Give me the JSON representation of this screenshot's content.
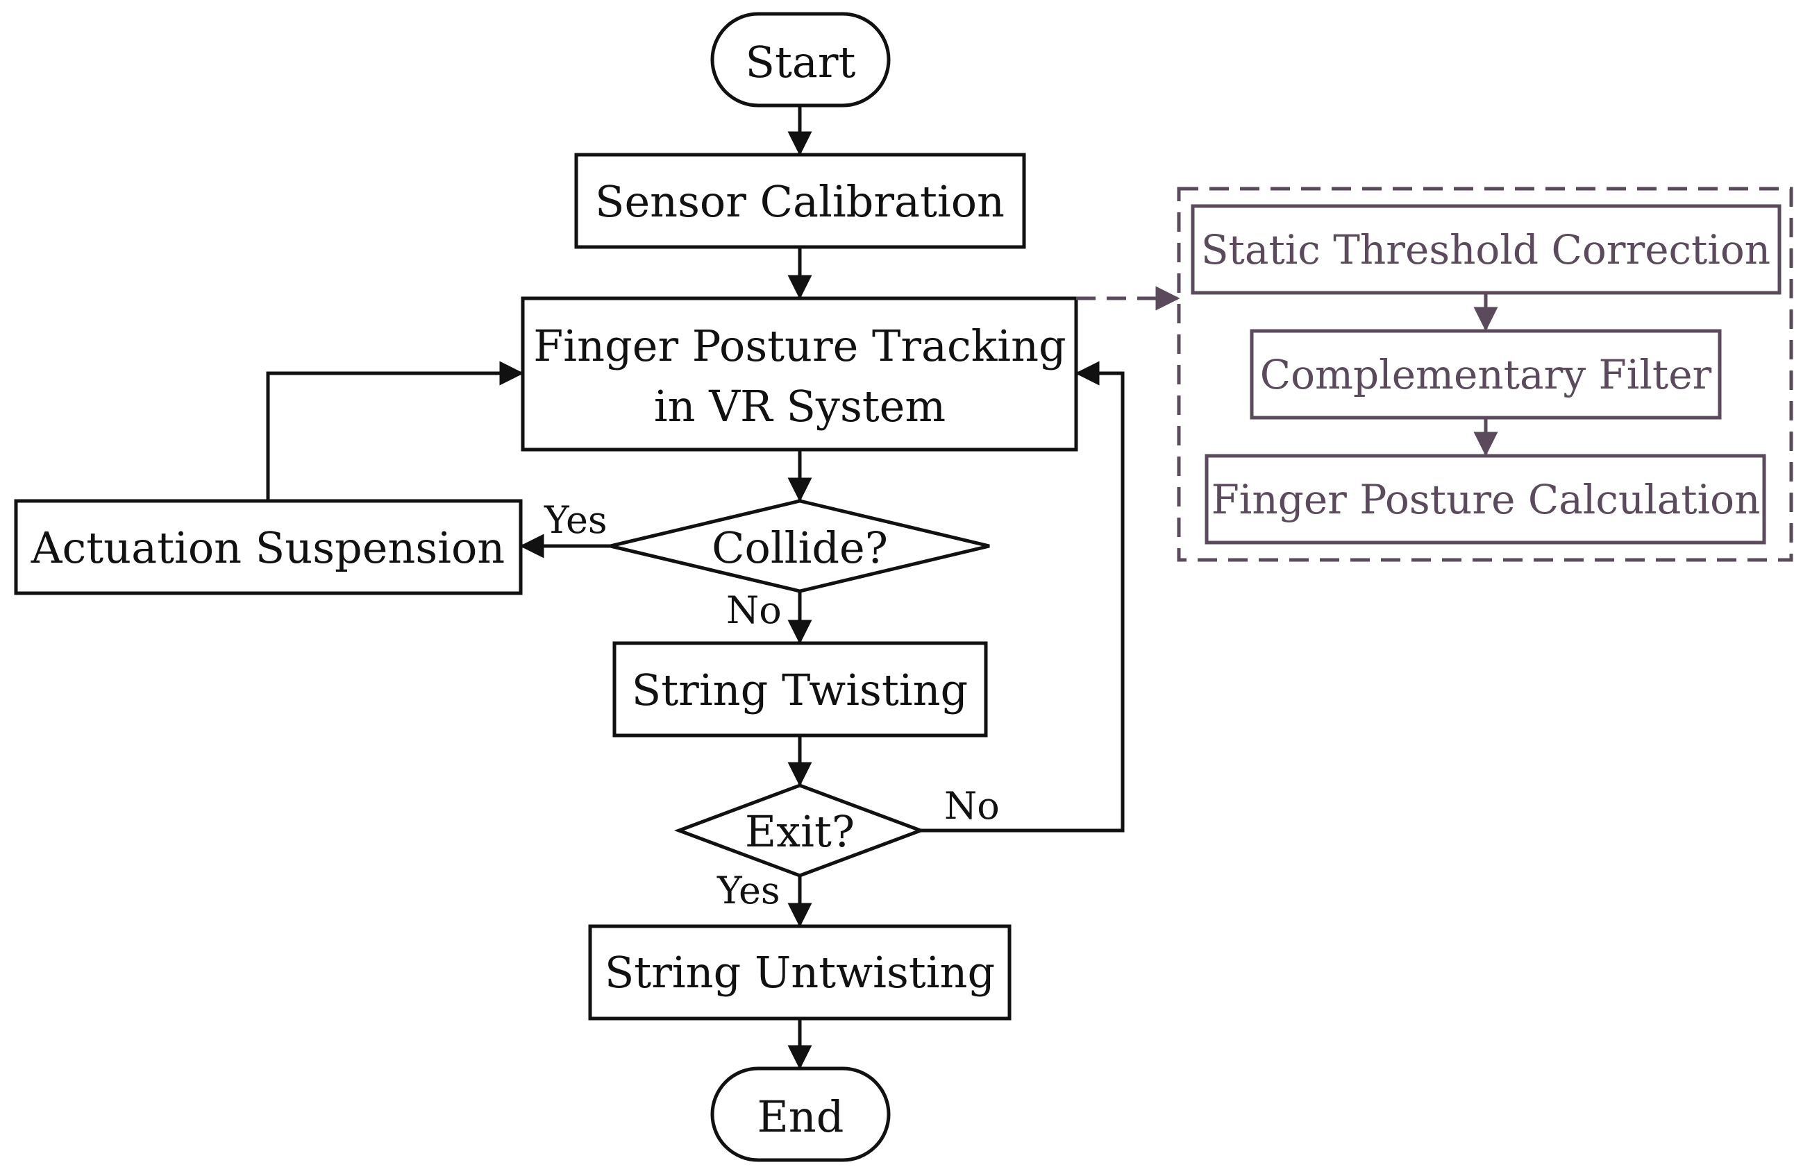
{
  "colors": {
    "main_stroke": "#111111",
    "sub_stroke": "#5a4a5c",
    "sub_text": "#5a4a5c"
  },
  "nodes": {
    "start": "Start",
    "sensor_calibration": "Sensor Calibration",
    "finger_tracking_line1": "Finger Posture Tracking",
    "finger_tracking_line2": "in VR System",
    "collide": "Collide?",
    "actuation_suspension": "Actuation Suspension",
    "string_twisting": "String Twisting",
    "exit": "Exit?",
    "string_untwisting": "String Untwisting",
    "end": "End"
  },
  "edge_labels": {
    "collide_yes": "Yes",
    "collide_no": "No",
    "exit_no": "No",
    "exit_yes": "Yes"
  },
  "subprocess": {
    "steps": [
      "Static Threshold Correction",
      "Complementary Filter",
      "Finger Posture Calculation"
    ]
  }
}
